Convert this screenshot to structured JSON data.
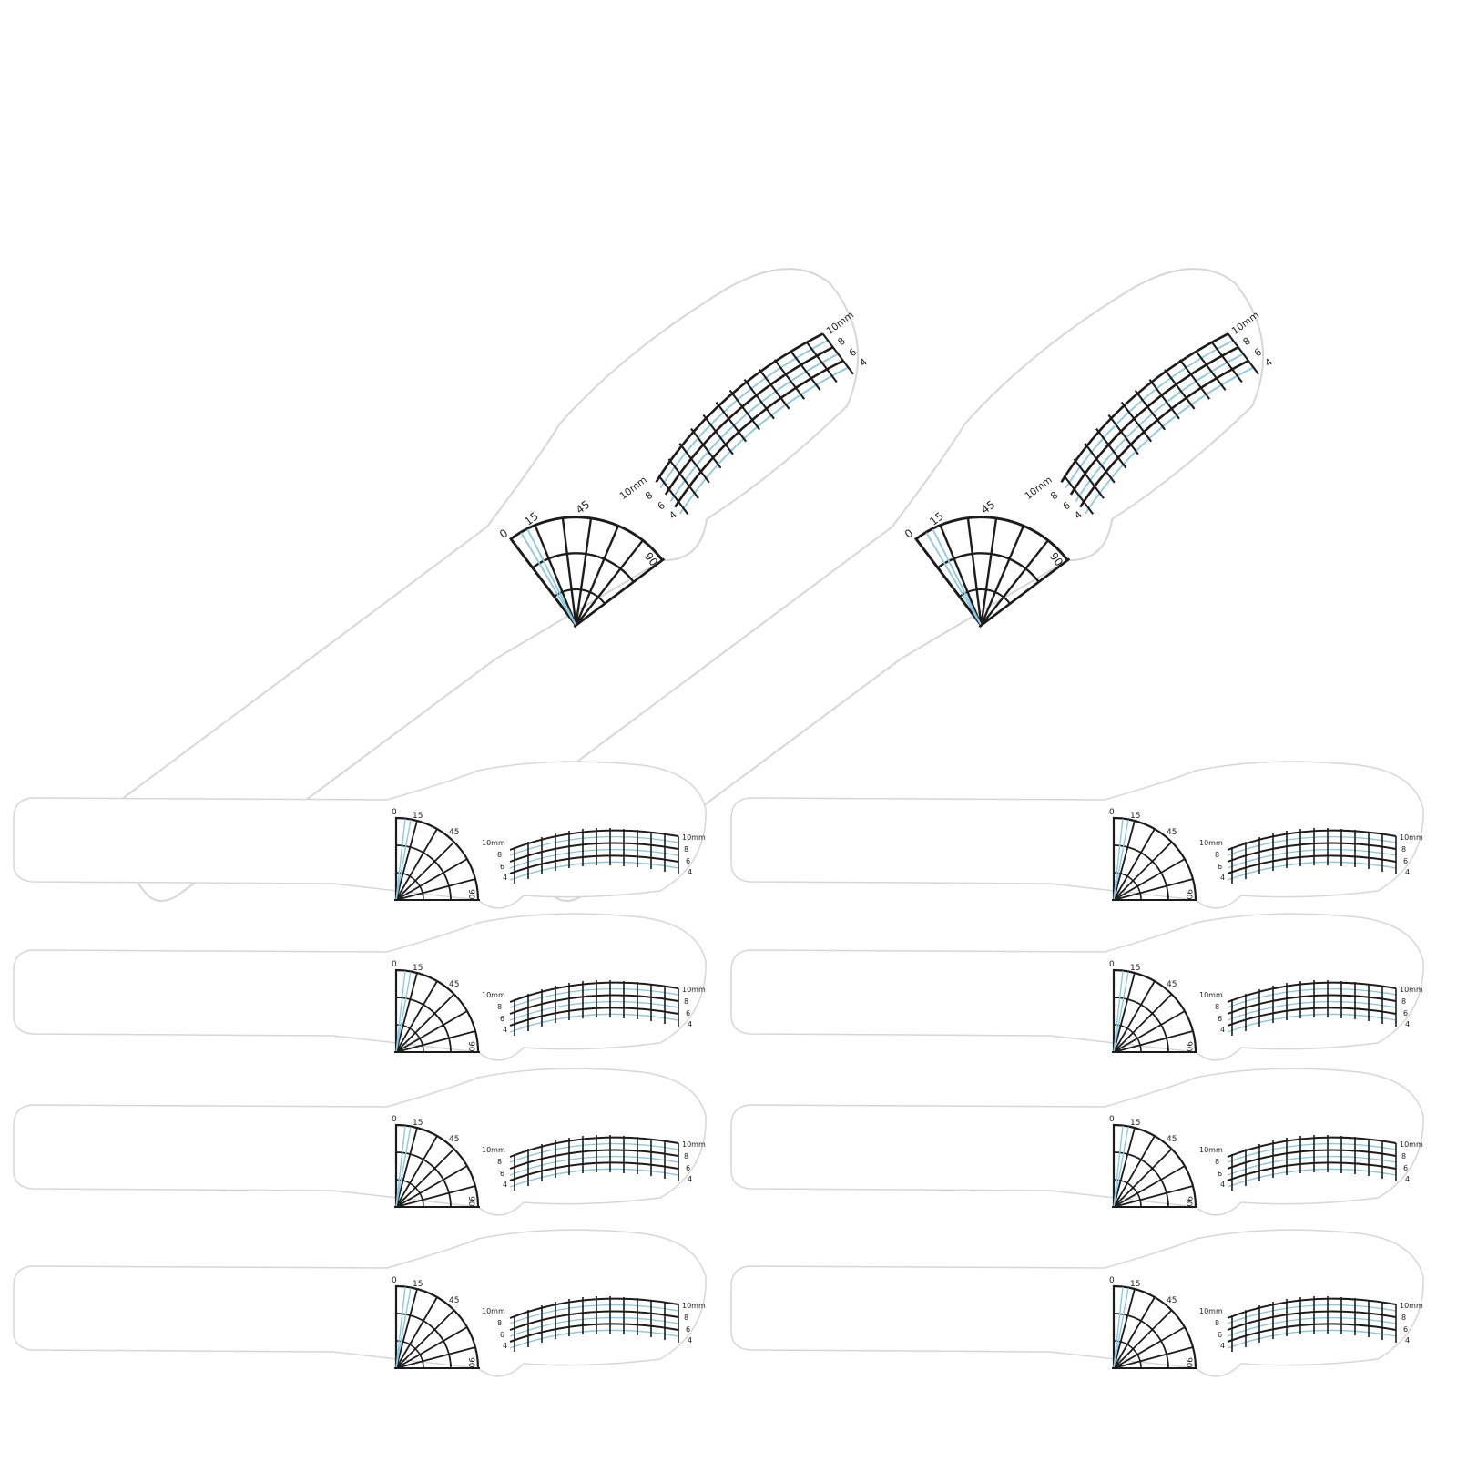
{
  "product": {
    "item_count": 10,
    "large_items": 2,
    "small_items": 8
  },
  "ruler": {
    "angle_labels": [
      "0",
      "15",
      "45",
      "90"
    ],
    "mm_labels": [
      "4",
      "6",
      "8",
      "10mm"
    ],
    "curve_count": 4
  },
  "colors": {
    "background": "#ffffff",
    "card_fill": "#ffffff",
    "card_outline": "#d6d6d6",
    "grid_line": "#1c1c1c",
    "guide_line": "#8ec8e0"
  }
}
